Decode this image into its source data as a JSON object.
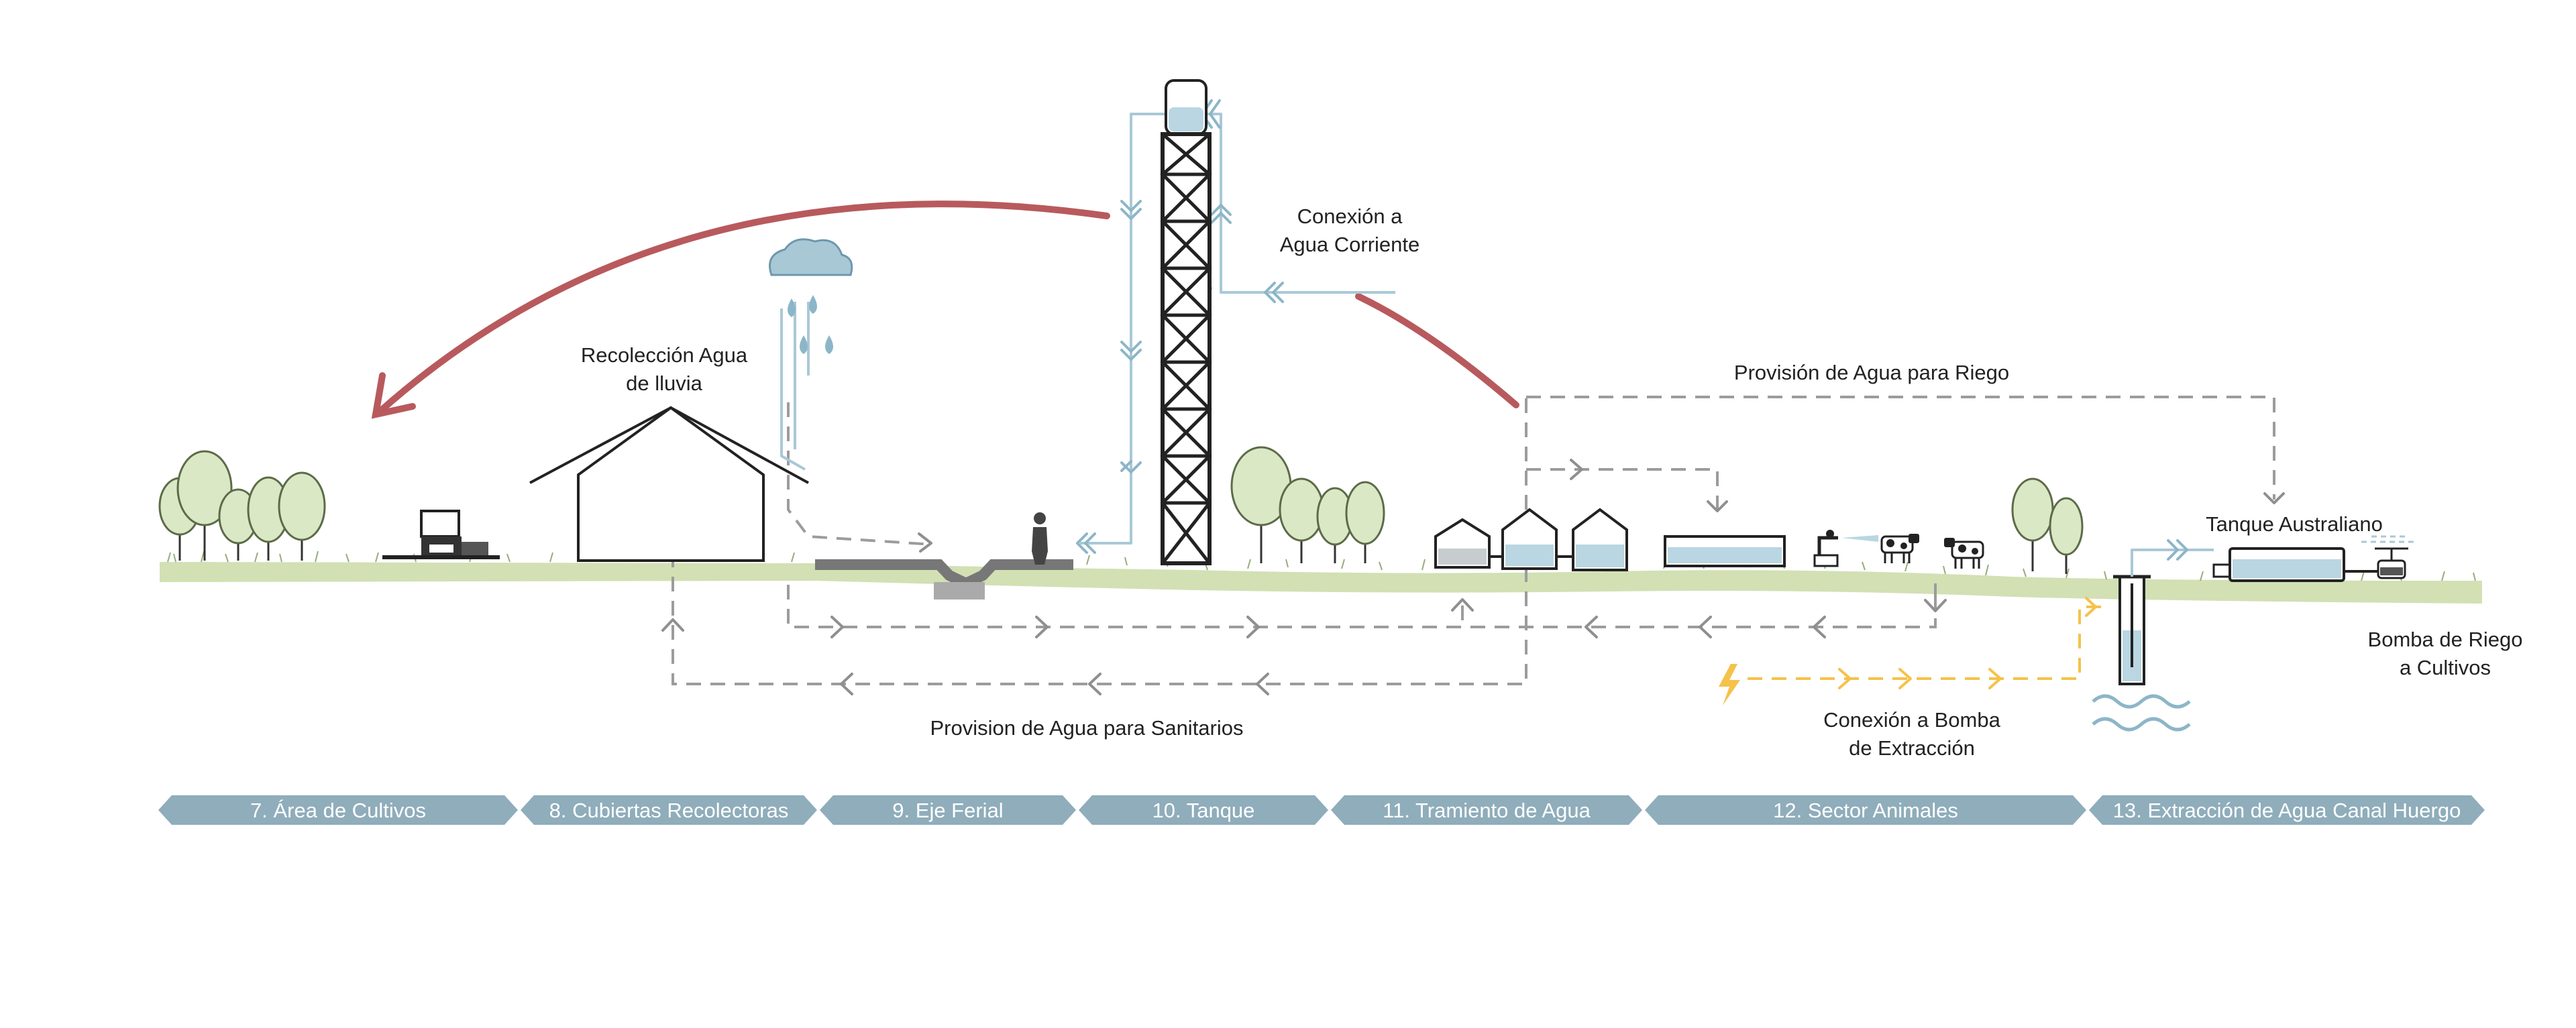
{
  "labels": {
    "rain_collection": [
      "Recolección Agua",
      "de lluvia"
    ],
    "water_connection": [
      "Conexión a",
      "Agua Corriente"
    ],
    "irrigation_supply": "Provisión de Agua para Riego",
    "australian_tank": "Tanque Australiano",
    "irrigation_pump": [
      "Bomba de Riego",
      "a Cultivos"
    ],
    "sanitary_supply": "Provision de Agua para Sanitarios",
    "extraction_pump": [
      "Conexión a Bomba",
      "de Extracción"
    ]
  },
  "sections": [
    "7. Área de Cultivos",
    "8. Cubiertas Recolectoras",
    "9. Eje Ferial",
    "10. Tanque",
    "11. Tramiento de Agua",
    "12. Sector Animales",
    "13. Extracción de Agua Canal Huergo"
  ],
  "icons": [
    "tree-icon",
    "machinery-icon",
    "house-icon",
    "cloud-icon",
    "raindrop-icon",
    "person-icon",
    "water-tower-icon",
    "treatment-tank-icon",
    "cow-icon",
    "faucet-icon",
    "lightning-icon",
    "well-icon",
    "water-waves-icon",
    "sprinkler-icon"
  ],
  "colors": {
    "ground": "#d2e0b4",
    "water_line": "#a9c8d6",
    "flow_line": "#9c9c9c",
    "energy_line": "#f5c24a",
    "return_arrow": "#b85a5d",
    "section_band": "#8fadbb"
  }
}
